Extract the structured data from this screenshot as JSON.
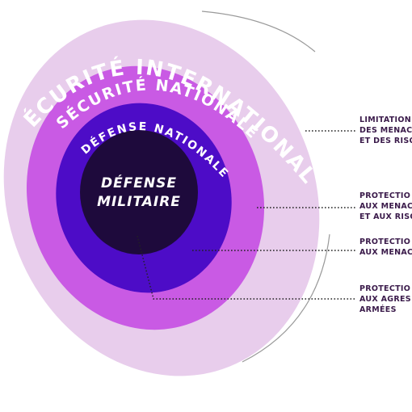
{
  "rings": {
    "outer": {
      "label": "SÉCURITÉ INTERNATIONALE",
      "color": "#e8cdec"
    },
    "second": {
      "label": "SÉCURITÉ NATIONALE",
      "color": "#c95ae4"
    },
    "third": {
      "label": "DÉFENSE NATIONALE",
      "color": "#4d0cc7"
    },
    "core": {
      "line1": "DÉFENSE",
      "line2": "MILITAIRE",
      "color": "#1e0a3c"
    }
  },
  "labels": [
    {
      "lines": [
        "LIMITATION",
        "DES MENAC",
        "ET DES RISQ"
      ]
    },
    {
      "lines": [
        "PROTECTIO",
        "AUX MENAC",
        "ET AUX RISQ"
      ]
    },
    {
      "lines": [
        "PROTECTIO",
        "AUX MENAC"
      ]
    },
    {
      "lines": [
        "PROTECTIO",
        "AUX AGRES",
        "ARMÉES"
      ]
    }
  ]
}
